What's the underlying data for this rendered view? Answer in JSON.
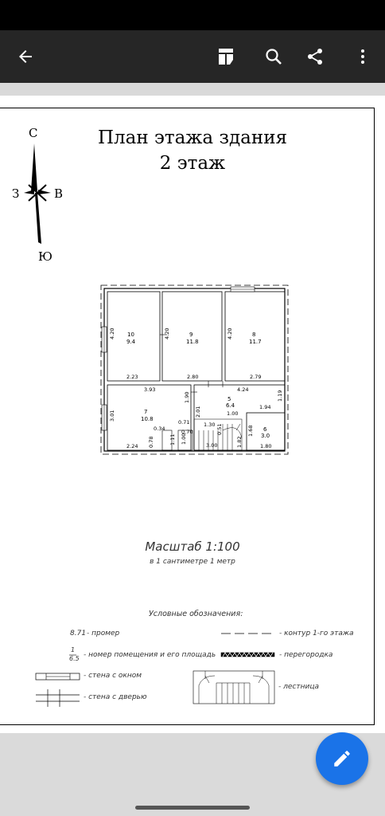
{
  "toolbar": {
    "icons": [
      "back-arrow-icon",
      "document-outline-icon",
      "search-icon",
      "share-icon",
      "more-vert-icon"
    ]
  },
  "document": {
    "title_line1": "План этажа здания",
    "title_line2": "2 этаж",
    "compass": {
      "north": "С",
      "south": "Ю",
      "west": "З",
      "east": "В"
    },
    "plan": {
      "rooms": [
        {
          "number": "10",
          "area": "9.4"
        },
        {
          "number": "9",
          "area": "11.8"
        },
        {
          "number": "8",
          "area": "11.7"
        },
        {
          "number": "7",
          "area": "10.8"
        },
        {
          "number": "5",
          "area": "6.4"
        },
        {
          "number": "6",
          "area": "3.0"
        }
      ],
      "dimensions": {
        "r10_h": "4.20",
        "r10_w": "2.23",
        "r9_h": "4.20",
        "r9_w": "2.80",
        "r8_h": "4.20",
        "r8_w": "2.79",
        "r7_top": "3.93",
        "r7_h": "3.01",
        "r7_w": "2.24",
        "r7_078": "0.78",
        "r7_034": "0.34",
        "r7_111": "1.11",
        "d190": "1.90",
        "d201": "2.01",
        "d071": "0.71",
        "d130": "1.30",
        "d100": "1.00",
        "d051": "0.51",
        "d070": "0.70",
        "d100b": "1.00",
        "d300": "3.00",
        "d182": "1.82",
        "d424": "4.24",
        "d119": "1.19",
        "d194": "1.94",
        "d168": "1.68",
        "d180": "1.80"
      }
    },
    "scale_title": "Масштаб 1:100",
    "scale_subtitle": "в 1 сантиметре 1 метр",
    "legend": {
      "title": "Условные обозначения:",
      "sample_dimension": "8.71",
      "dimension_text": "- промер",
      "contour_text": "- контур 1-го этажа",
      "room_sample_number": "1",
      "room_sample_area": "6.5",
      "room_text": "- номер помещения и его площадь",
      "partition_text": "- перегородка",
      "window_wall_text": "- стена с окном",
      "stairs_text": "- лестница",
      "door_wall_text": "- стена с дверью"
    }
  },
  "fab": {
    "icon": "edit-pencil-icon"
  }
}
